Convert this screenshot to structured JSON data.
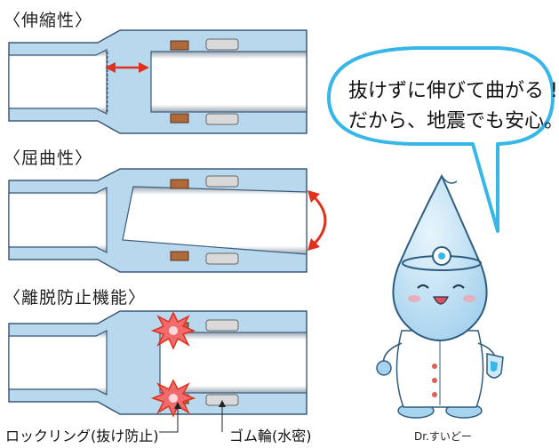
{
  "sections": {
    "extension": {
      "heading": "〈伸縮性〉"
    },
    "bending": {
      "heading": "〈屈曲性〉"
    },
    "separation_prevention": {
      "heading": "〈離脱防止機能〉",
      "label_lock_ring": "ロックリング(抜け防止)",
      "label_rubber_ring": "ゴム輪(水密)"
    }
  },
  "speech_bubble": {
    "line1": "抜けずに伸びて曲がる !!",
    "line2": "だから、地震でも安心。"
  },
  "character": {
    "name": "Dr.すいどー"
  },
  "colors": {
    "housing_fill": "#b8d8ee",
    "housing_stroke": "#3c5a78",
    "pipe_fill": "#ffffff",
    "lock_ring": "#b06a3a",
    "rubber_ring": "#d9d9d9",
    "arrow_red": "#e0301e",
    "bubble_border": "#37b6e8",
    "character_body": "#bfe2f5"
  }
}
